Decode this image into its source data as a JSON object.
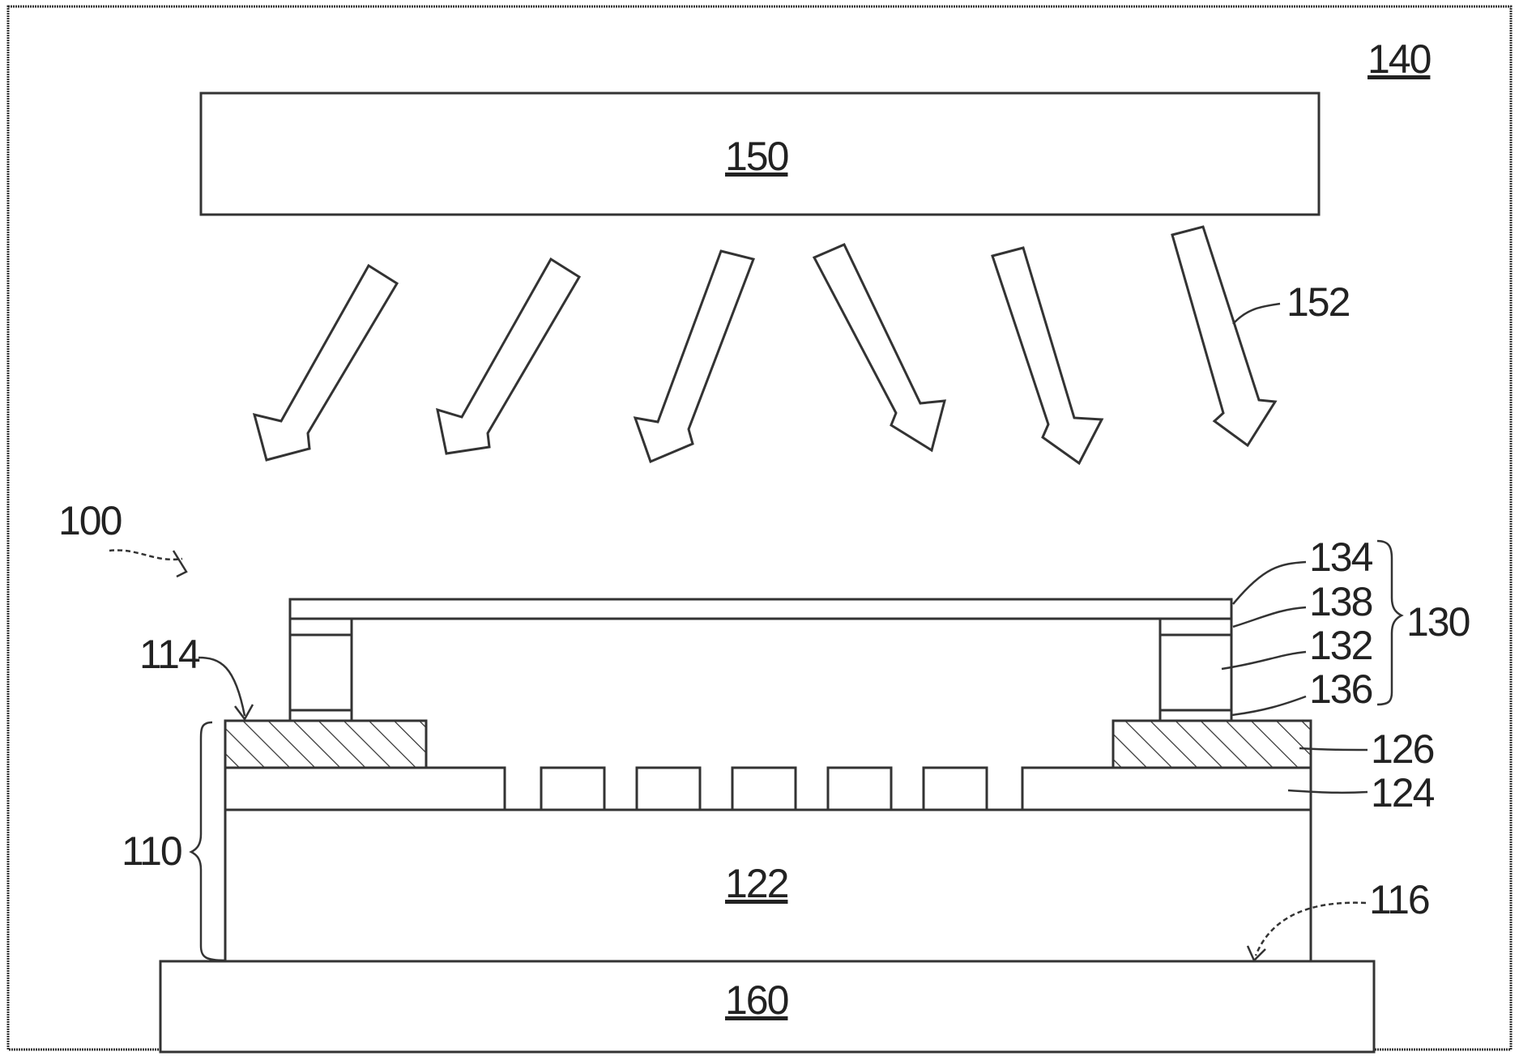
{
  "labels": {
    "chamber": "140",
    "light_source": "150",
    "light_rays": "152",
    "package_assembly": "100",
    "bond_area": "114",
    "substrate_assembly": "110",
    "cover_assembly": "130",
    "cover_top": "134",
    "cover_layer": "138",
    "cover_spacer": "132",
    "cover_bottom": "136",
    "bonding_layer": "126",
    "patterned_layer": "124",
    "base_substrate": "122",
    "base_surface": "116",
    "stage": "160"
  },
  "colors": {
    "line": "#333333",
    "fill": "#ffffff",
    "text": "#222222"
  }
}
